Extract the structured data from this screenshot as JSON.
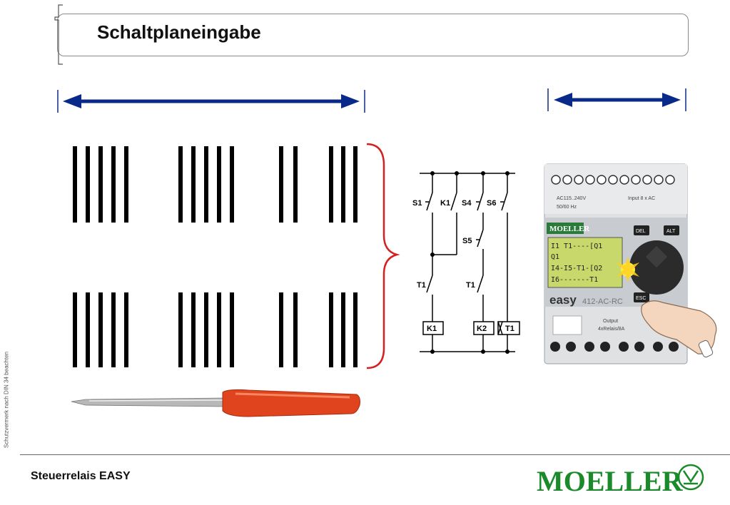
{
  "header": {
    "title": "Schaltplaneingabe"
  },
  "footer": {
    "title": "Steuerrelais EASY"
  },
  "side_note": "Schutzvermerk nach DIN 34 beachten",
  "circuit": {
    "labels": [
      "S1",
      "K1",
      "S4",
      "S6",
      "S5",
      "T1",
      "T1"
    ],
    "coils": [
      "K1",
      "K2",
      "T1"
    ]
  },
  "device": {
    "brand": "easy",
    "model": "412-AC-RC",
    "supply": "AC115..240V",
    "freq": "50/60 Hz",
    "input": "Input 8 x AC",
    "output": "Output",
    "output_spec": "4xRelais/8A",
    "keys": [
      "DEL",
      "ALT",
      "ESC"
    ],
    "lcd_lines": [
      "I1  T1----[Q1",
      "Q1",
      "I4-I5-T1-[Q2",
      "I6-------T1"
    ]
  },
  "logo": {
    "text": "MOELLER"
  },
  "colors": {
    "arrow": "#0a2a8a",
    "brace": "#d42020",
    "screwdriver": "#e0441e",
    "logo": "#1a8a2a"
  }
}
